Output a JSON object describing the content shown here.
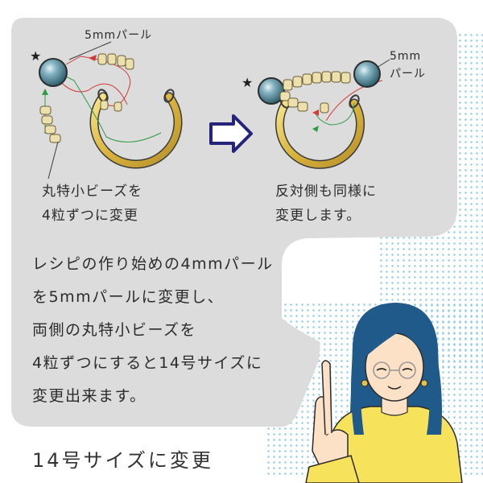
{
  "labels": {
    "left_pearl": "5mmパール",
    "right_pearl_line1": "5mm",
    "right_pearl_line2": "パール",
    "star_symbol": "★",
    "left_caption_line1": "丸特小ビーズを",
    "left_caption_line2": "4粒ずつに変更",
    "right_caption_line1": "反対側も同様に",
    "right_caption_line2": "変更します。"
  },
  "main_text": {
    "line1": "レシピの作り始めの4mmパール",
    "line2": "を5mmパールに変更し、",
    "line3": "両側の丸特小ビーズを",
    "line4": "4粒ずつにすると14号サイズに",
    "line5": "変更出来ます。"
  },
  "footer": {
    "title": "14号サイズに変更"
  },
  "colors": {
    "bubble": "#dcdcdc",
    "outline": "#3a3a3a",
    "dots": "#8fcbe6",
    "gold_ring": "#e2c24f",
    "pearl": "#6e9fae",
    "bead": "#ece0ae",
    "arrow_fill": "#26247a",
    "red_thread": "#d23a3a",
    "green_thread": "#2e9b45",
    "hair": "#1f5a8a",
    "sweater": "#f7e25c",
    "skin": "#fde1c6"
  },
  "icons": {
    "arrow": "right-arrow-icon",
    "star": "star-icon"
  }
}
